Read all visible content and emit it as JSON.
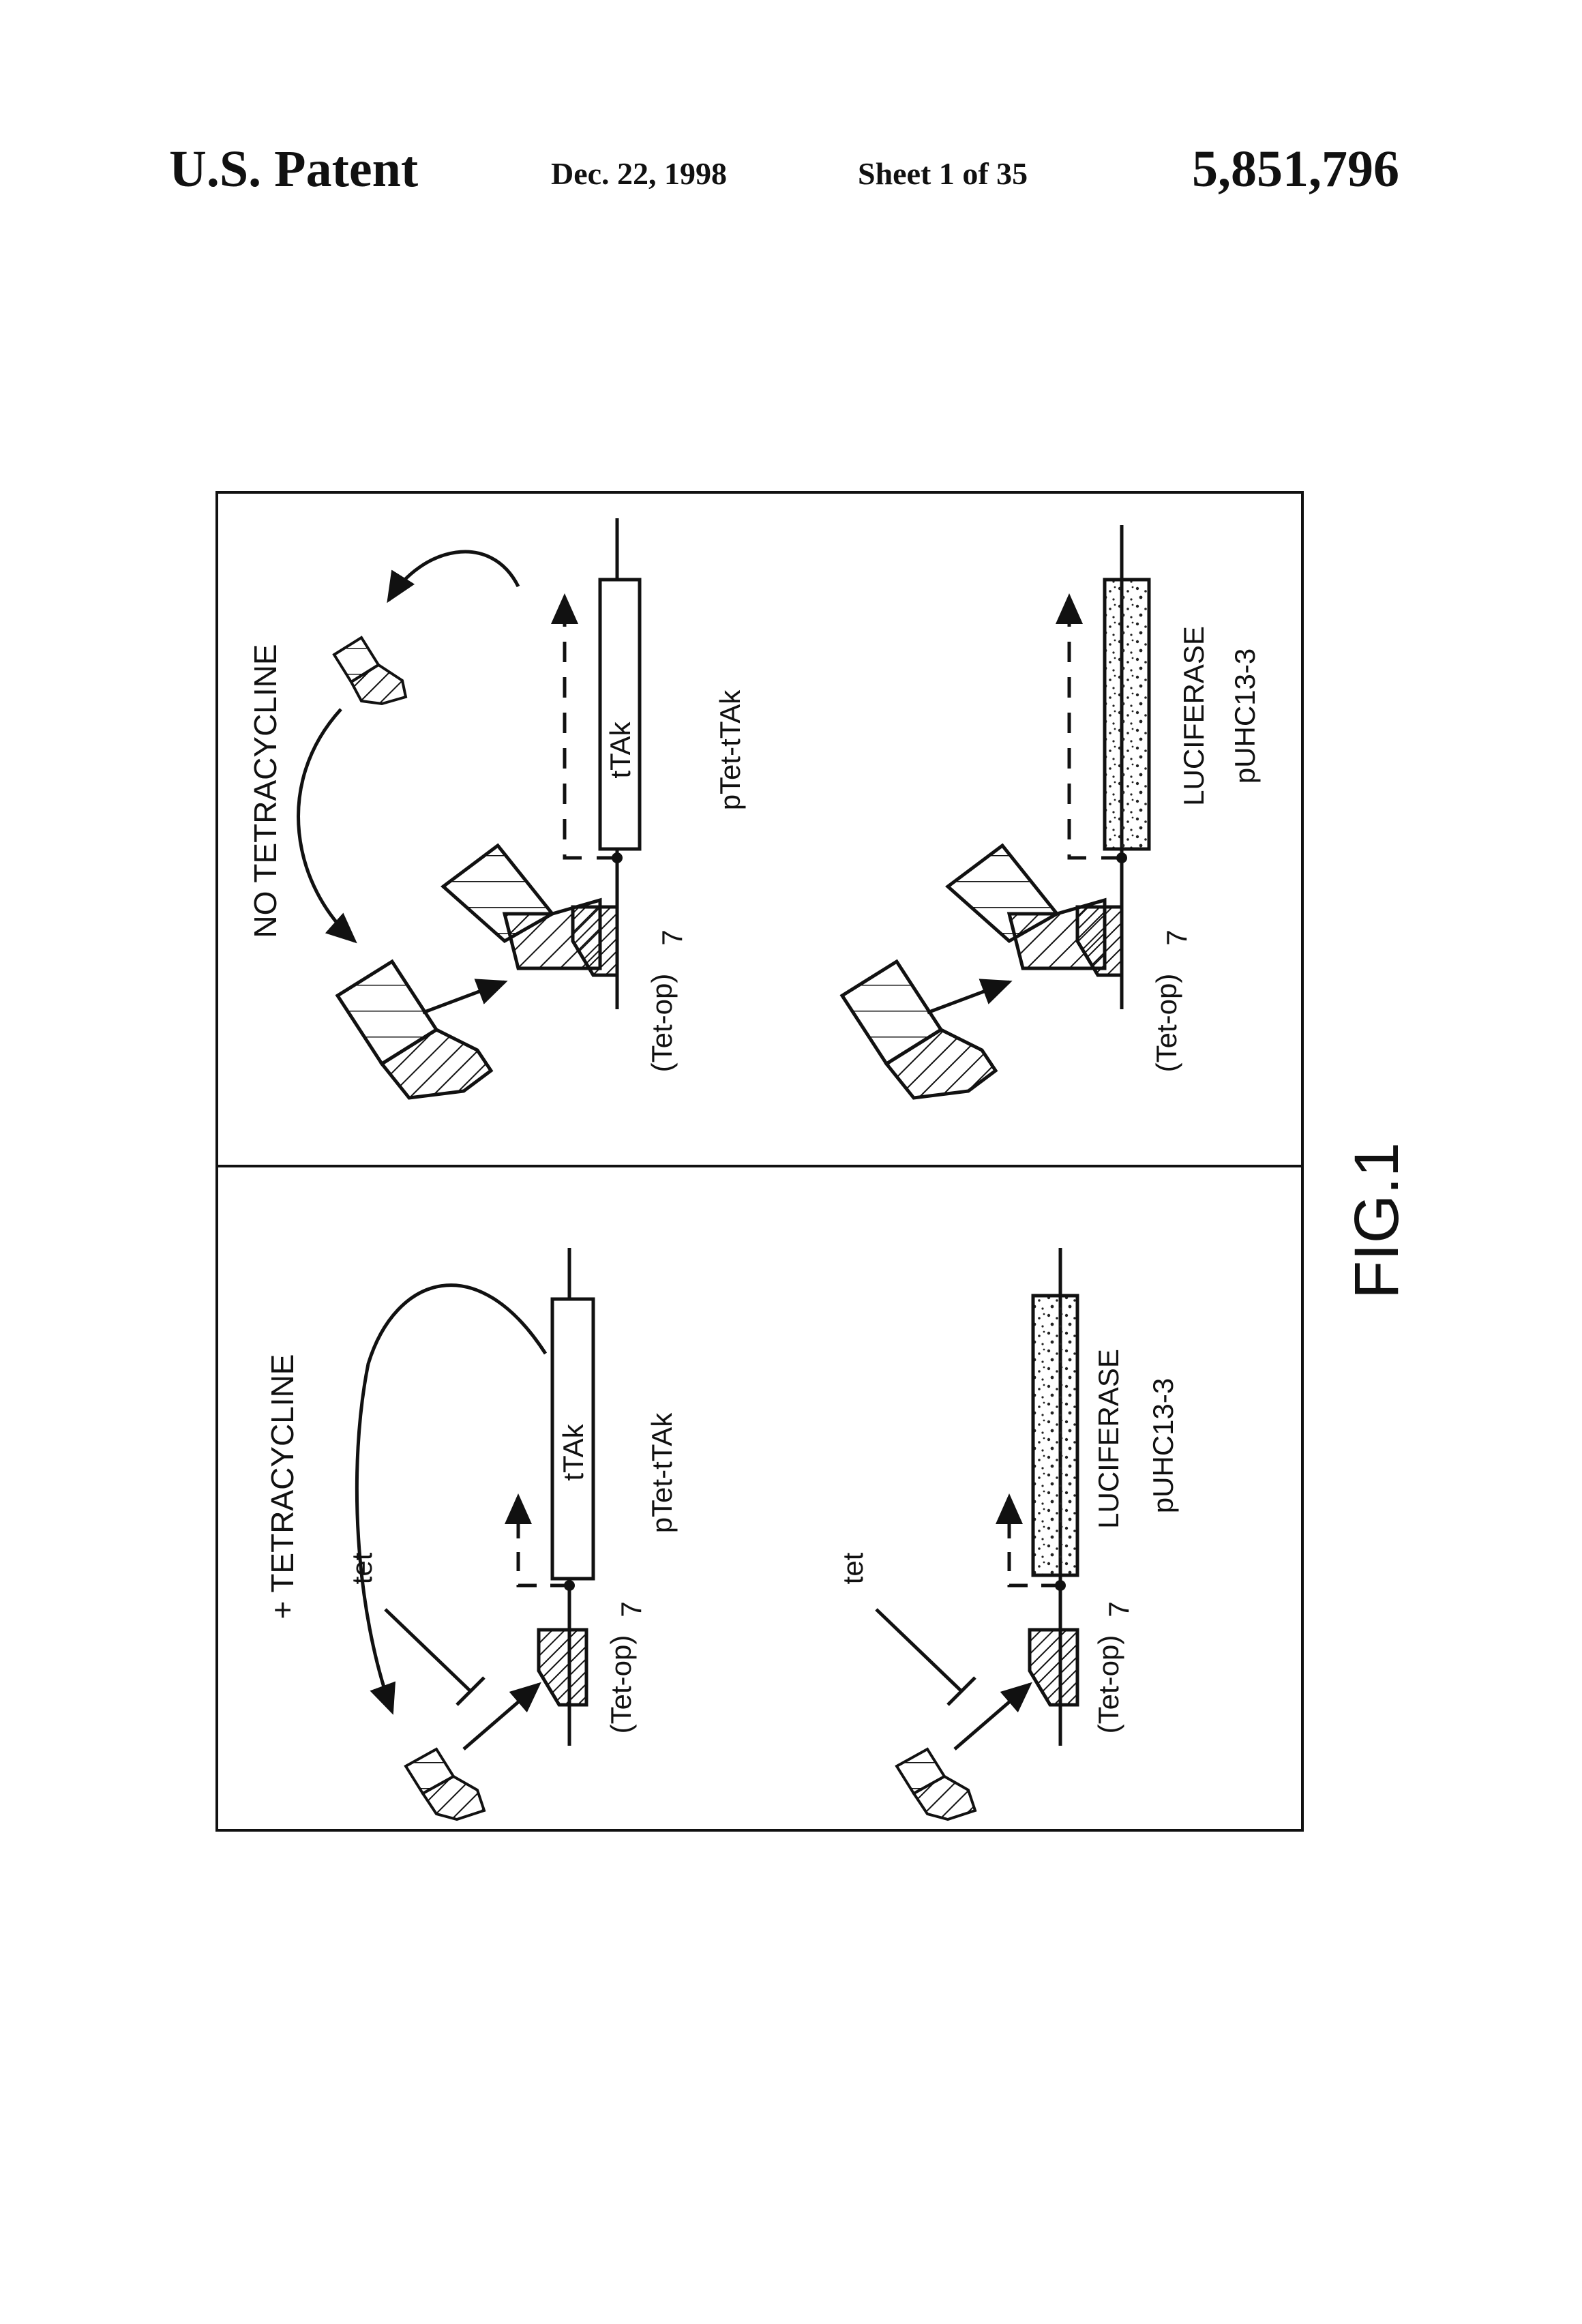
{
  "header": {
    "left": "U.S. Patent",
    "date": "Dec. 22, 1998",
    "sheet": "Sheet 1 of 35",
    "patent_number": "5,851,796"
  },
  "figure": {
    "label": "FIG.1",
    "right_panel": {
      "title": "NO TETRACYCLINE",
      "top": {
        "operator": "(Tet-op)",
        "subscript": "7",
        "gene": "tTAk",
        "plasmid": "pTet-tTAk"
      },
      "bottom": {
        "operator": "(Tet-op)",
        "subscript": "7",
        "gene": "LUCIFERASE",
        "plasmid": "pUHC13-3"
      }
    },
    "left_panel": {
      "title": "+ TETRACYCLINE",
      "top": {
        "inhibitor": "tet",
        "operator": "(Tet-op)",
        "subscript": "7",
        "gene": "tTAk",
        "plasmid": "pTet-tTAk"
      },
      "bottom": {
        "inhibitor": "tet",
        "operator": "(Tet-op)",
        "subscript": "7",
        "gene": "LUCIFERASE",
        "plasmid": "pUHC13-3"
      }
    }
  }
}
